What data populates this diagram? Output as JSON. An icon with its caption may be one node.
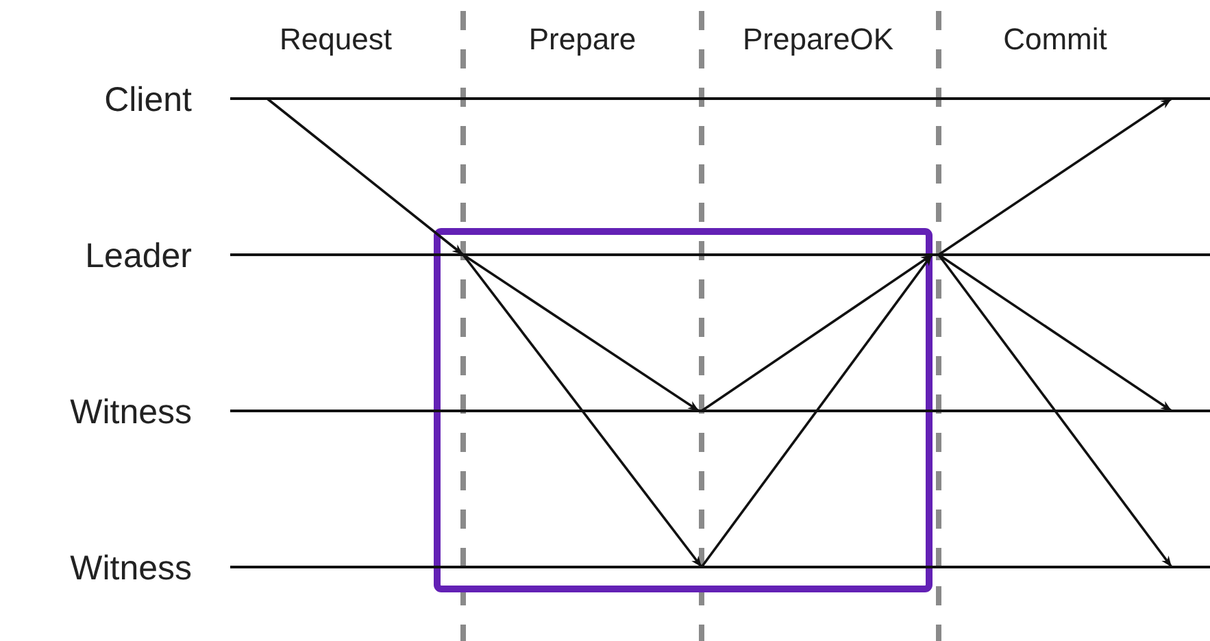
{
  "diagram": {
    "nodes": [
      {
        "text": [
          "Client"
        ]
      },
      {
        "text": [
          "Leader"
        ]
      },
      {
        "text": [
          "Witness"
        ]
      },
      {
        "text": [
          "Witness"
        ]
      }
    ],
    "edges": [
      {
        "from": 0,
        "to": 1,
        "arrow": "to"
      },
      {
        "from": 1,
        "to": 2,
        "arrow": "to"
      },
      {
        "from": 1,
        "to": 3,
        "arrow": "to"
      },
      {
        "from": 2,
        "to": 1,
        "arrow": "to"
      },
      {
        "from": 3,
        "to": 1,
        "arrow": "to"
      },
      {
        "from": 1,
        "to": 0,
        "arrow": "to"
      },
      {
        "from": 1,
        "to": 2,
        "arrow": "to"
      },
      {
        "from": 1,
        "to": 3,
        "arrow": "to"
      }
    ],
    "labels": [
      "Request",
      "Prepare",
      "PrepareOK",
      "Commit"
    ]
  }
}
